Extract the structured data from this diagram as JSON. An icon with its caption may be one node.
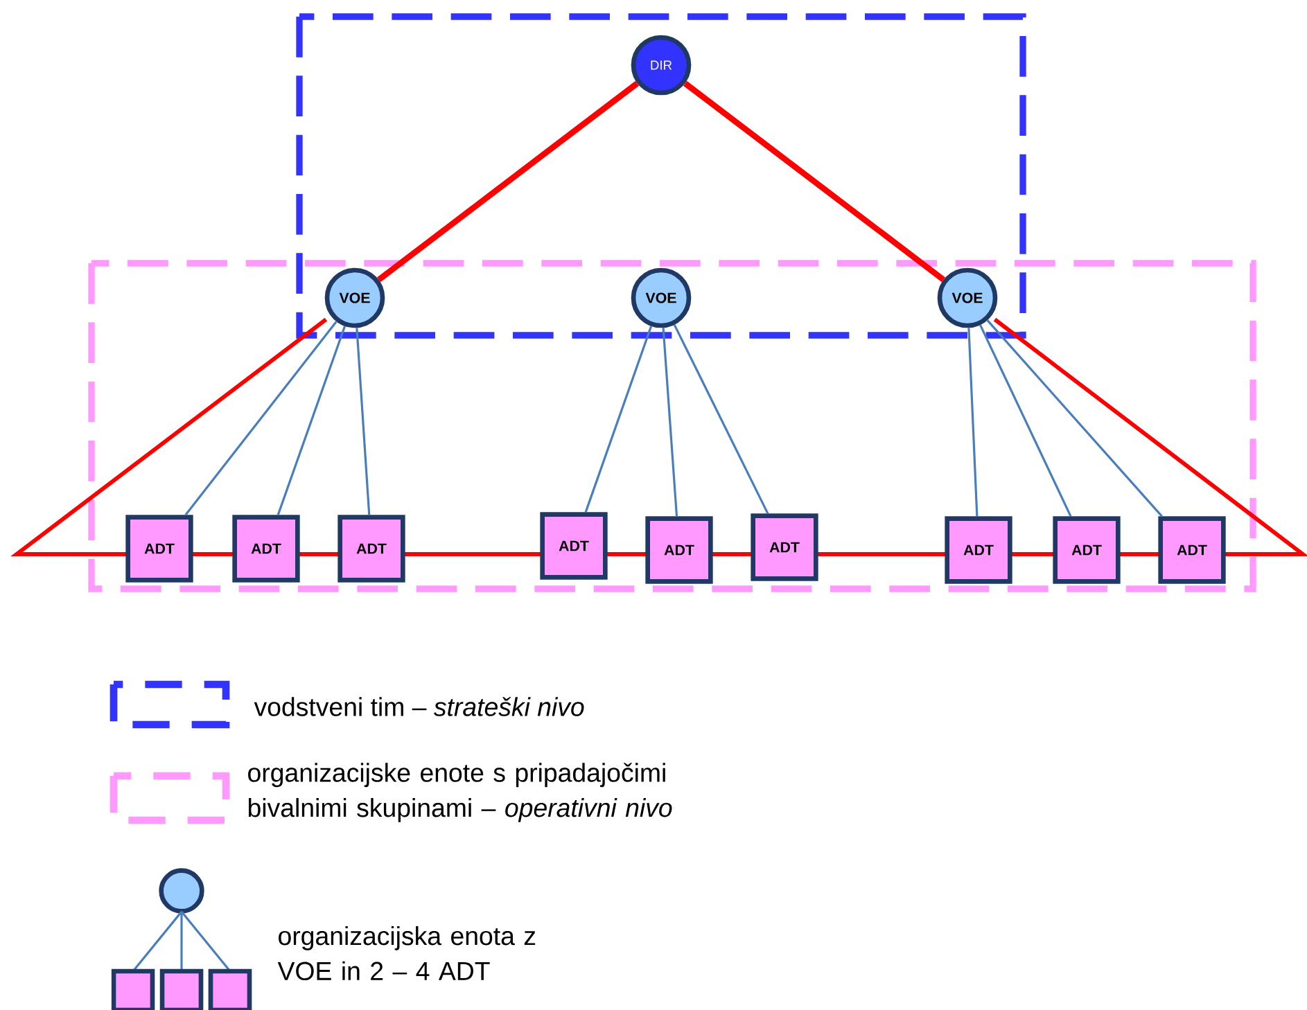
{
  "diagram": {
    "nodes": [
      {
        "text": [
          "DIR"
        ]
      },
      {
        "text": [
          "VOE"
        ]
      },
      {
        "text": [
          "VOE"
        ]
      },
      {
        "text": [
          "VOE"
        ]
      },
      {
        "text": [
          "ADT"
        ]
      },
      {
        "text": [
          "ADT"
        ]
      },
      {
        "text": [
          "ADT"
        ]
      },
      {
        "text": [
          "ADT"
        ]
      },
      {
        "text": [
          "ADT"
        ]
      },
      {
        "text": [
          "ADT"
        ]
      },
      {
        "text": [
          "ADT"
        ]
      },
      {
        "text": [
          "ADT"
        ]
      },
      {
        "text": [
          "ADT"
        ]
      }
    ],
    "edges": [
      {
        "from": 0,
        "to": 1,
        "arrow": "none",
        "style": "thick",
        "color": "#ff0000"
      },
      {
        "from": 0,
        "to": 3,
        "arrow": "none",
        "style": "thick",
        "color": "#ff0000"
      },
      {
        "from": 1,
        "to": 4,
        "arrow": "none"
      },
      {
        "from": 1,
        "to": 5,
        "arrow": "none"
      },
      {
        "from": 1,
        "to": 6,
        "arrow": "none"
      },
      {
        "from": 2,
        "to": 7,
        "arrow": "none"
      },
      {
        "from": 2,
        "to": 8,
        "arrow": "none"
      },
      {
        "from": 2,
        "to": 9,
        "arrow": "none"
      },
      {
        "from": 3,
        "to": 10,
        "arrow": "none"
      },
      {
        "from": 3,
        "to": 11,
        "arrow": "none"
      },
      {
        "from": 3,
        "to": 12,
        "arrow": "none"
      }
    ],
    "legend": [
      {
        "text": "vodstveni tim – *strateški nivo*"
      },
      {
        "text": "organizacijske enote s pripadajočimi bivalnimi skupinami – *operativni nivo*"
      },
      {
        "text": "organizacijska enota z VOE in 2 – 4 ADT"
      }
    ]
  }
}
